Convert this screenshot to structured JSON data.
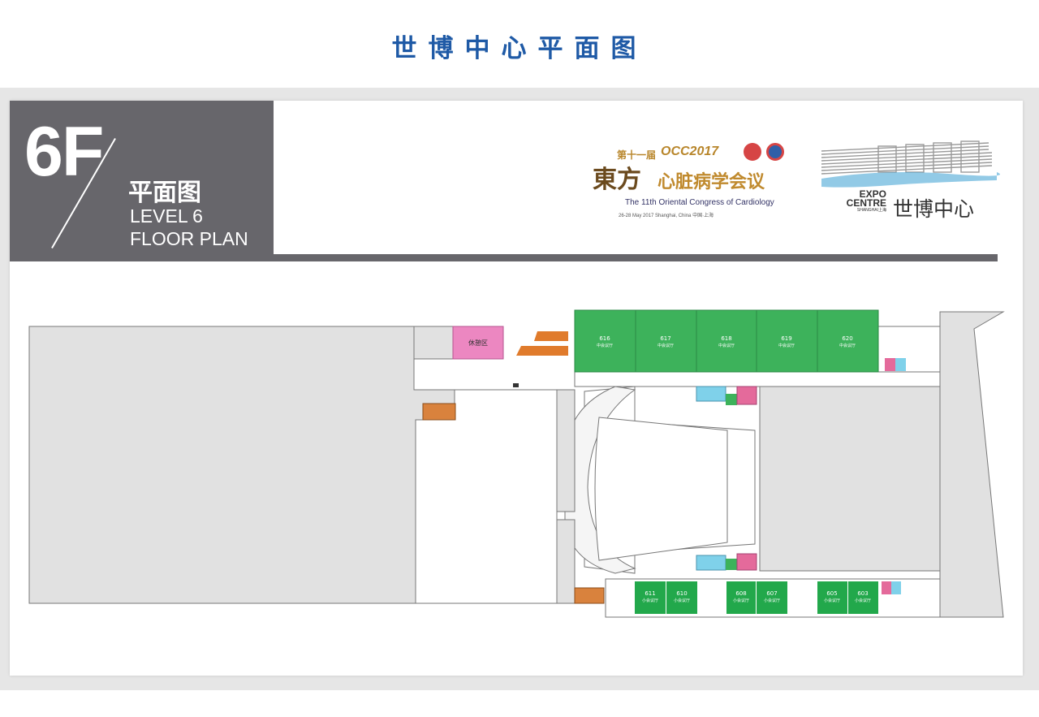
{
  "page_title": "世博中心平面图",
  "floor": {
    "number": "6F",
    "name_cn": "平面图",
    "name_en_line1": "LEVEL 6",
    "name_en_line2": "FLOOR PLAN"
  },
  "event_logo": {
    "edition_cn": "第十一届",
    "code": "OCC2017",
    "name_cn_char": "東方",
    "name_cn_rest": "心脏病学会议",
    "name_en": "The 11th Oriental Congress of Cardiology",
    "dates": "26-28 May 2017 Shanghai, China 中国·上海"
  },
  "venue_logo": {
    "line1": "EXPO",
    "line2": "CENTRE",
    "line3": "SHANGHAI上海",
    "name_cn": "世博中心"
  },
  "rooms_top": [
    {
      "number": "616",
      "label": "中会议厅"
    },
    {
      "number": "617",
      "label": "中会议厅"
    },
    {
      "number": "618",
      "label": "中会议厅"
    },
    {
      "number": "619",
      "label": "中会议厅"
    },
    {
      "number": "620",
      "label": "中会议厅"
    }
  ],
  "rooms_bottom": [
    {
      "number": "611",
      "label": "小会议厅"
    },
    {
      "number": "610",
      "label": "小会议厅"
    },
    {
      "number": "608",
      "label": "小会议厅"
    },
    {
      "number": "607",
      "label": "小会议厅"
    },
    {
      "number": "605",
      "label": "小会议厅"
    },
    {
      "number": "603",
      "label": "小会议厅"
    }
  ],
  "rest_area": "休憩区",
  "icons": [
    "escalator-icon",
    "elevator-icon",
    "restroom-male-icon",
    "restroom-female-icon",
    "accessible-icon"
  ],
  "colors": {
    "title_blue": "#1f5aa6",
    "label_gray": "#67666b",
    "room_green": "#3db25b",
    "room_green_light": "#22a84b",
    "rest_pink": "#ec87c1",
    "escalator_orange": "#e07b2c",
    "elevator_orange": "#d9823d",
    "restroom_blue": "#7fd1ea",
    "restroom_pink": "#e46a9b",
    "floor_gray": "#e1e1e1"
  }
}
